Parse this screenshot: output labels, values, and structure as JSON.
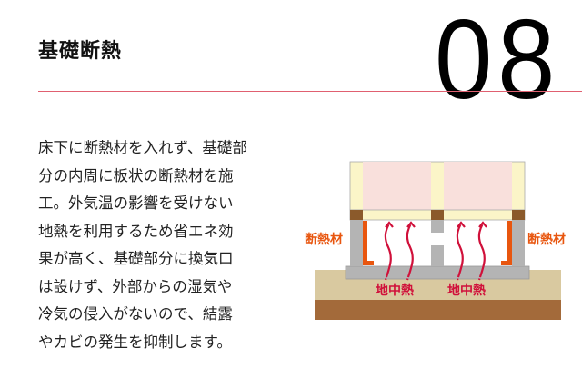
{
  "header": {
    "title": "基礎断熱",
    "number": "08"
  },
  "body_lines": [
    "床下に断熱材を入れず、基礎部",
    "分の内周に板状の断熱材を施",
    "工。外気温の影響を受けない",
    "地熱を利用するため省エネ効",
    "果が高く、基礎部分に換気口",
    "は設けず、外部からの湿気や",
    "冷気の侵入がないので、結露",
    "やカビの発生を抑制します。"
  ],
  "diagram": {
    "insulation_label_left": "断熱材",
    "insulation_label_right": "断熱材",
    "ground_heat_label_left": "地中熱",
    "ground_heat_label_right": "地中熱",
    "colors": {
      "accent_red": "#e06070",
      "insulation": "#e8560f",
      "arrow": "#d0103a",
      "wall_panel": "#f9e0dc",
      "frame": "#fbf5c8",
      "beam": "#8b5a2b",
      "concrete": "#b4b4b4",
      "soil_light": "#d9c9a0",
      "soil_dark": "#a36a3a"
    }
  }
}
